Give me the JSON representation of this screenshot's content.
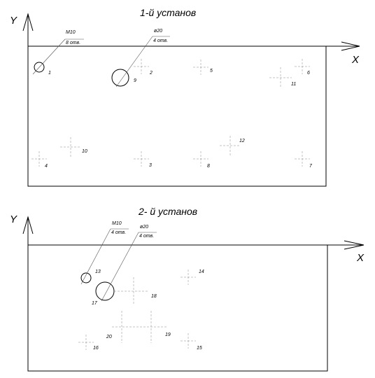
{
  "setup1": {
    "title": "1-й установ",
    "axis_x": "X",
    "axis_y": "Y",
    "note_m10": {
      "top": "M10",
      "bottom": "8 отв."
    },
    "note_d20": {
      "top": "ø20",
      "bottom": "4 отв."
    },
    "labels": {
      "p1": "1",
      "p2": "2",
      "p3": "3",
      "p4": "4",
      "p5": "5",
      "p6": "6",
      "p7": "7",
      "p8": "8",
      "p9": "9",
      "p10": "10",
      "p11": "11",
      "p12": "12"
    }
  },
  "setup2": {
    "title": "2- й установ",
    "axis_x": "X",
    "axis_y": "Y",
    "note_m10": {
      "top": "M10",
      "bottom": "4 отв."
    },
    "note_d20": {
      "top": "ø20",
      "bottom": "4 отв."
    },
    "labels": {
      "p13": "13",
      "p14": "14",
      "p15": "15",
      "p16": "16",
      "p17": "17",
      "p18": "18",
      "p19": "19",
      "p20": "20"
    }
  }
}
